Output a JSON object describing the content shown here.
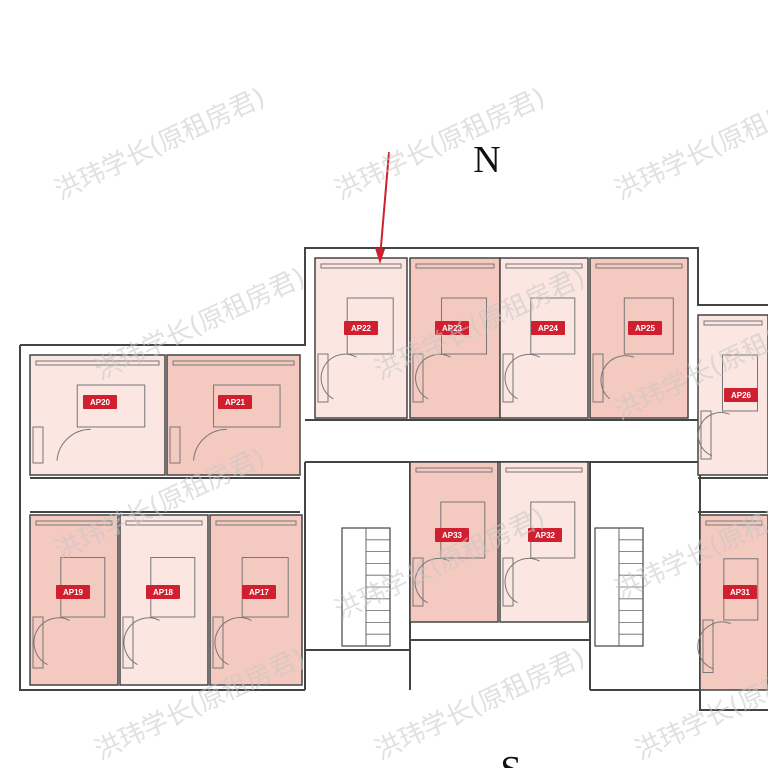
{
  "compass": {
    "north": "N",
    "south": "S"
  },
  "colors": {
    "room_light": "#fbe6e1",
    "room_dark": "#f4c9bf",
    "wall": "#444444",
    "tag": "#d0202f",
    "tag_text": "#ffffff",
    "arrow": "#d0202f"
  },
  "rooms": [
    {
      "id": "AP20",
      "shade": "light"
    },
    {
      "id": "AP21",
      "shade": "dark"
    },
    {
      "id": "AP22",
      "shade": "light"
    },
    {
      "id": "AP23",
      "shade": "dark"
    },
    {
      "id": "AP24",
      "shade": "light"
    },
    {
      "id": "AP25",
      "shade": "dark"
    },
    {
      "id": "AP26",
      "shade": "light"
    },
    {
      "id": "AP19",
      "shade": "dark"
    },
    {
      "id": "AP18",
      "shade": "light"
    },
    {
      "id": "AP17",
      "shade": "dark"
    },
    {
      "id": "AP33",
      "shade": "dark"
    },
    {
      "id": "AP32",
      "shade": "light"
    },
    {
      "id": "AP31",
      "shade": "dark"
    }
  ],
  "watermark": "洪玮学长(原租房君)"
}
